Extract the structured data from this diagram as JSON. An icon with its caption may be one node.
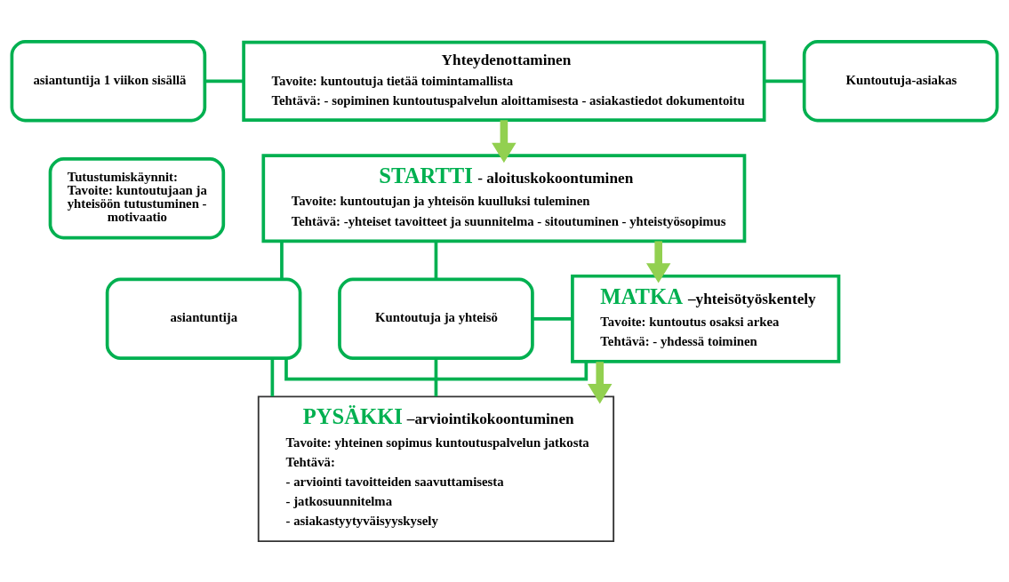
{
  "diagram": {
    "nodes": [
      {
        "text": [
          "asiantuntija 1 viikon sisällä"
        ]
      },
      {
        "text": [
          "Yhteydenottaminen",
          "Tavoite: kuntoutuja tietää toimintamallista",
          "Tehtävä: - sopiminen kuntoutuspalvelun aloittamisesta - asiakastiedot dokumentoitu"
        ]
      },
      {
        "text": [
          "Kuntoutuja-asiakas"
        ]
      },
      {
        "text": [
          "Tutustumiskäynnit: Tavoite: kuntoutujaan ja yhteisöön tutustuminen - motivaatio"
        ]
      },
      {
        "text": [
          "STARTTI",
          "- aloituskokoontuminen",
          "Tavoite: kuntoutujan ja yhteisön kuulluksi tuleminen",
          "Tehtävä: -yhteiset tavoitteet ja suunnitelma - sitoutuminen - yhteistyösopimus"
        ]
      },
      {
        "text": [
          "asiantuntija"
        ]
      },
      {
        "text": [
          "MATKA",
          "–yhteisötyöskentely",
          "Tavoite: kuntoutus osaksi arkea",
          "Tehtävä: - yhdessä toiminen"
        ]
      },
      {
        "text": [
          "Kuntoutuja ja yhteisö"
        ]
      },
      {
        "text": [
          "PYSÄKKI",
          "–arviointikokoontuminen",
          "Tavoite: yhteinen sopimus kuntoutuspalvelun jatkosta",
          "Tehtävä:",
          "- arviointi tavoitteiden saavuttamisesta",
          "- jatkosuunnitelma",
          "- asiakastyytyväisyyskysely"
        ]
      }
    ],
    "edges": [
      {
        "from": 0,
        "to": 1,
        "arrow": "none"
      },
      {
        "from": 1,
        "to": 2,
        "arrow": "none"
      },
      {
        "from": 5,
        "to": 4,
        "arrow": "none"
      },
      {
        "from": 5,
        "to": 6,
        "arrow": "none"
      },
      {
        "from": 5,
        "to": 8,
        "arrow": "none"
      },
      {
        "from": 7,
        "to": 4,
        "arrow": "none"
      },
      {
        "from": 7,
        "to": 6,
        "arrow": "none"
      },
      {
        "from": 7,
        "to": 8,
        "arrow": "none"
      },
      {
        "from": 1,
        "to": 4,
        "arrow": "to",
        "style": "thick",
        "color": "#92d050"
      },
      {
        "from": 4,
        "to": 6,
        "arrow": "to",
        "style": "thick",
        "color": "#92d050"
      },
      {
        "from": 6,
        "to": 8,
        "arrow": "to",
        "style": "thick",
        "color": "#92d050"
      }
    ]
  }
}
